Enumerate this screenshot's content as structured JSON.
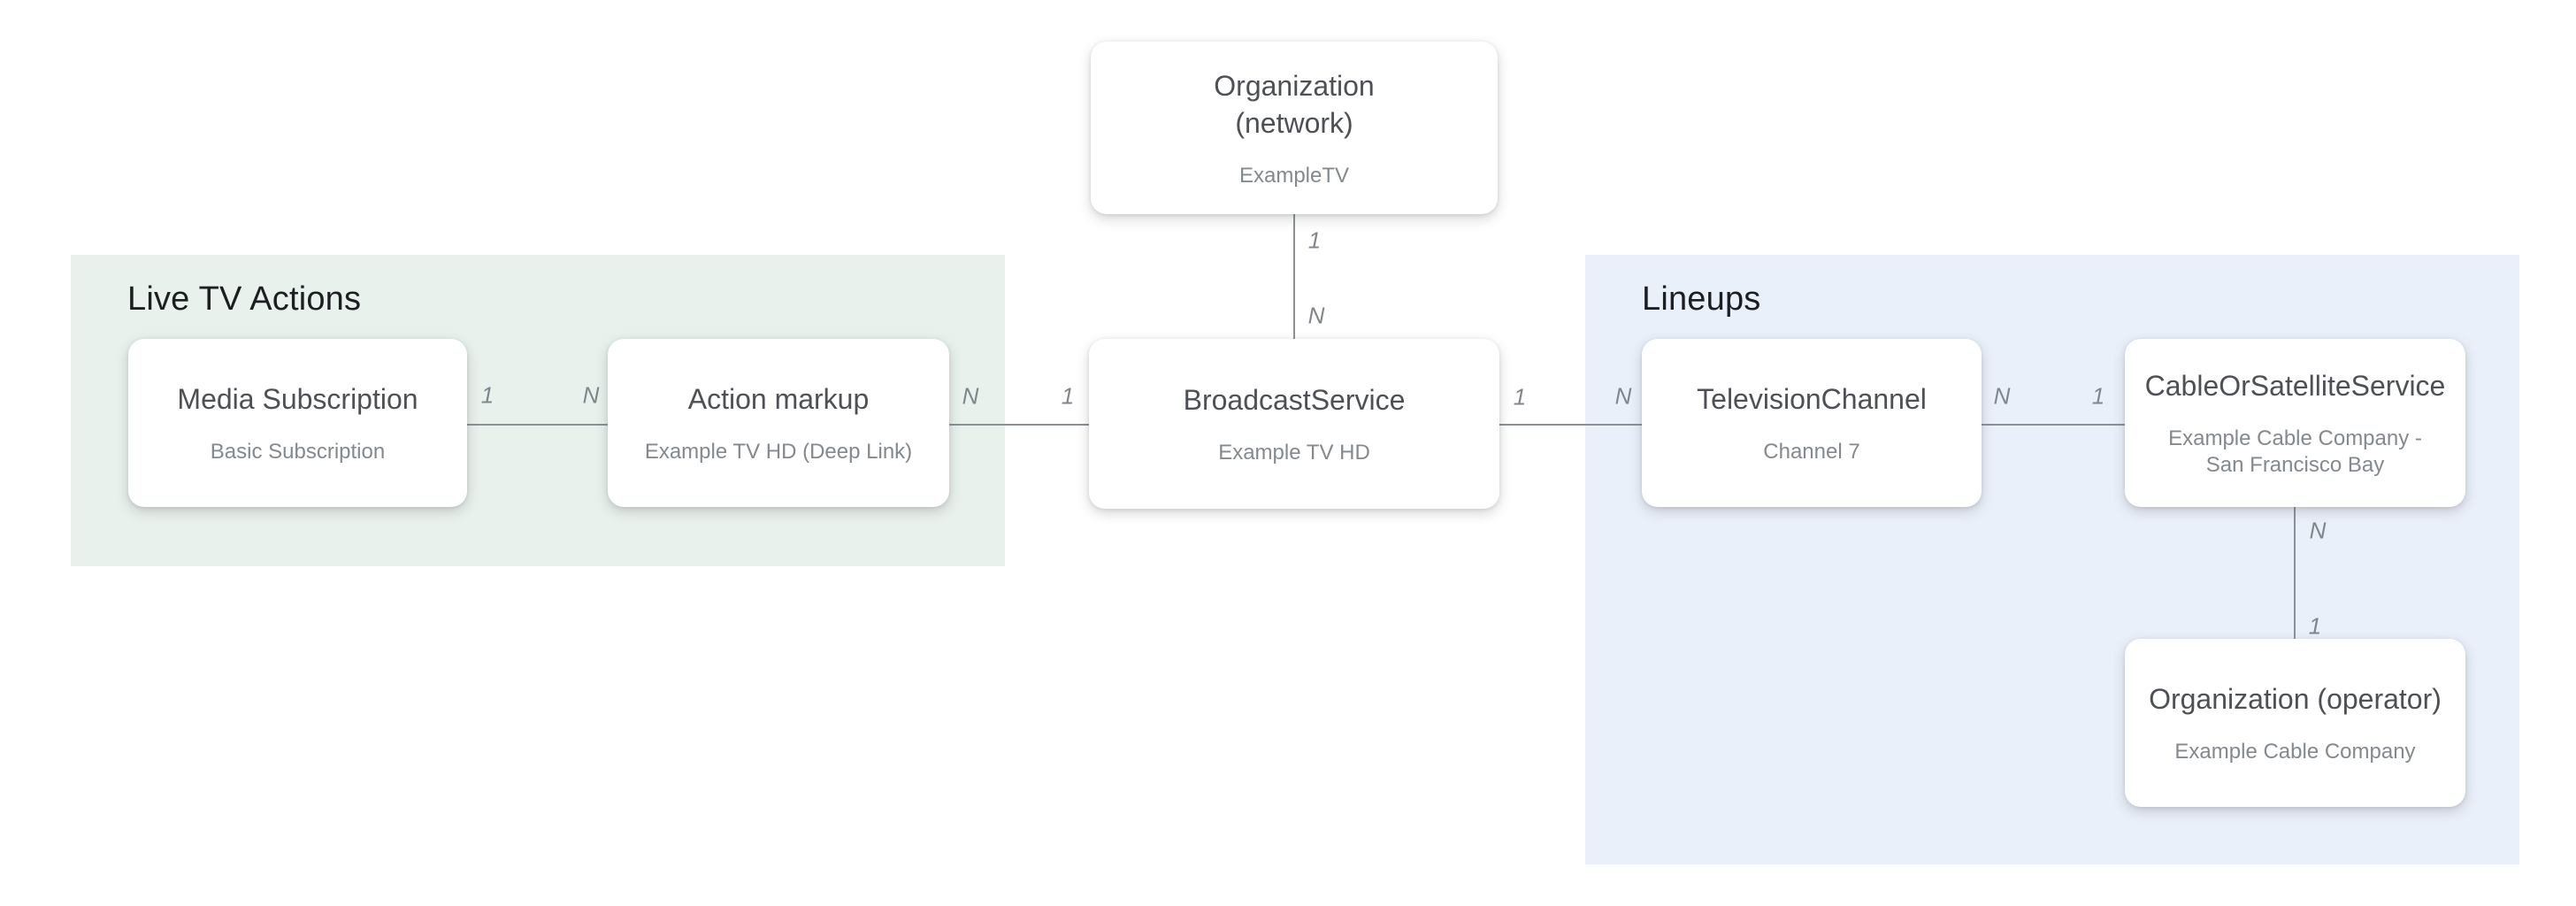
{
  "colors": {
    "region_live_tv": "#E8F1EC",
    "region_lineups": "#EAF0FA",
    "connector": "#8C9196",
    "cardinality_label": "#80868B",
    "card_title": "#4D5156",
    "card_subtitle": "#83898E",
    "region_title": "#1C1E21",
    "card_background": "#FFFFFF"
  },
  "regions": {
    "live_tv_actions": {
      "title": "Live TV Actions"
    },
    "lineups": {
      "title": "Lineups"
    }
  },
  "nodes": {
    "org_network": {
      "title": "Organization\n(network)",
      "subtitle": "ExampleTV"
    },
    "media_subscription": {
      "title": "Media Subscription",
      "subtitle": "Basic Subscription"
    },
    "action_markup": {
      "title": "Action markup",
      "subtitle": "Example TV HD (Deep Link)"
    },
    "broadcast_service": {
      "title": "BroadcastService",
      "subtitle": "Example TV HD"
    },
    "television_channel": {
      "title": "TelevisionChannel",
      "subtitle": "Channel 7"
    },
    "cable_or_satellite_service": {
      "title": "CableOrSatelliteService",
      "subtitle": "Example Cable Company -\nSan Francisco Bay"
    },
    "org_operator": {
      "title": "Organization (operator)",
      "subtitle": "Example Cable Company"
    }
  },
  "edges": {
    "network_broadcast": {
      "start_label": "1",
      "end_label": "N"
    },
    "media_action": {
      "start_label": "1",
      "end_label": "N"
    },
    "action_broadcast": {
      "start_label": "N",
      "end_label": "1"
    },
    "broadcast_channel": {
      "start_label": "1",
      "end_label": "N"
    },
    "channel_cable": {
      "start_label": "N",
      "end_label": "1"
    },
    "cable_operator": {
      "start_label": "N",
      "end_label": "1"
    }
  }
}
